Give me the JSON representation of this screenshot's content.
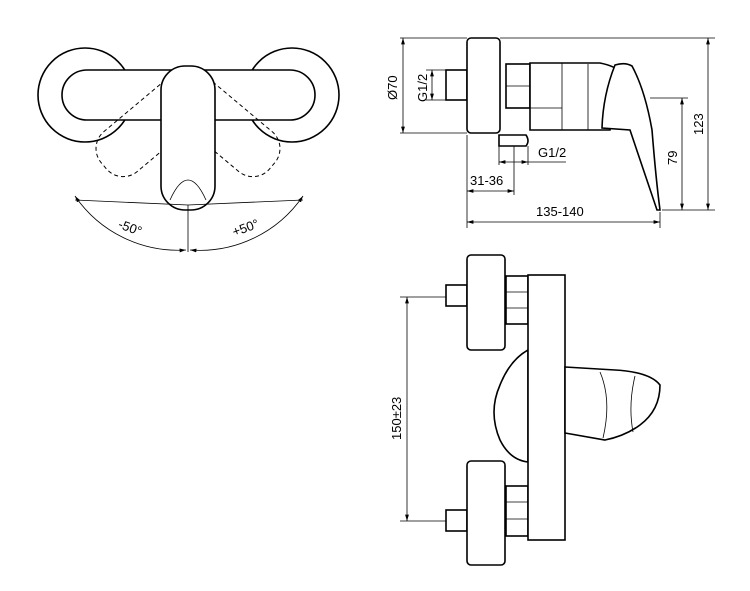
{
  "labels": {
    "angle_left": "-50°",
    "angle_right": "+50°",
    "diameter": "Ø70",
    "thread_inlet": "G1/2",
    "thread_outlet": "G1/2",
    "outlet_offset": "31-36",
    "depth": "135-140",
    "height_total": "123",
    "height_lever": "79",
    "centre_distance": "150±23"
  }
}
